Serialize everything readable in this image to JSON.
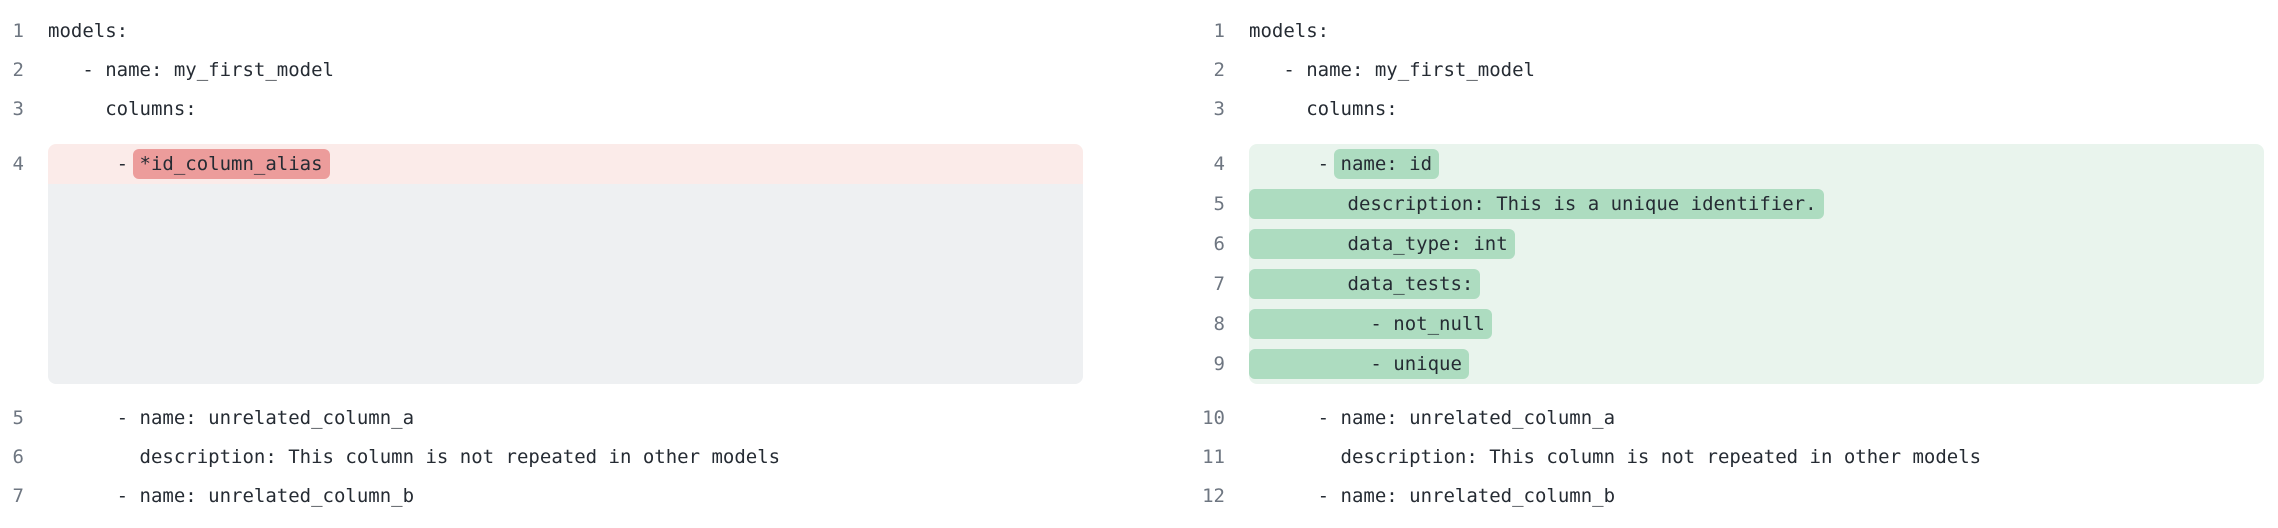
{
  "colors": {
    "removed_row_bg": "#fbebe9",
    "removed_token_bg": "#ec9c9b",
    "added_row_bg": "#e9f4ed",
    "added_token_bg": "#addcc0",
    "collapsed_placeholder_bg": "#eef0f2",
    "line_number_text": "#6e7681",
    "code_text": "#252b33"
  },
  "left_pane": {
    "lines": [
      {
        "num": "1",
        "text": "models:"
      },
      {
        "num": "2",
        "text": "   - name: my_first_model"
      },
      {
        "num": "3",
        "text": "     columns:"
      },
      {
        "num": "4",
        "pre": "      - ",
        "token": "*id_column_alias"
      },
      {
        "num": "5",
        "text": "      - name: unrelated_column_a"
      },
      {
        "num": "6",
        "text": "        description: This column is not repeated in other models"
      },
      {
        "num": "7",
        "text": "      - name: unrelated_column_b"
      }
    ]
  },
  "right_pane": {
    "lines": [
      {
        "num": "1",
        "text": "models:"
      },
      {
        "num": "2",
        "text": "   - name: my_first_model"
      },
      {
        "num": "3",
        "text": "     columns:"
      },
      {
        "num": "4",
        "pre": "      - ",
        "token": "name: id"
      },
      {
        "num": "5",
        "token": "        description: This is a unique identifier."
      },
      {
        "num": "6",
        "token": "        data_type: int"
      },
      {
        "num": "7",
        "token": "        data_tests:"
      },
      {
        "num": "8",
        "token": "          - not_null"
      },
      {
        "num": "9",
        "token": "          - unique"
      },
      {
        "num": "10",
        "text": "      - name: unrelated_column_a"
      },
      {
        "num": "11",
        "text": "        description: This column is not repeated in other models"
      },
      {
        "num": "12",
        "text": "      - name: unrelated_column_b"
      }
    ]
  }
}
